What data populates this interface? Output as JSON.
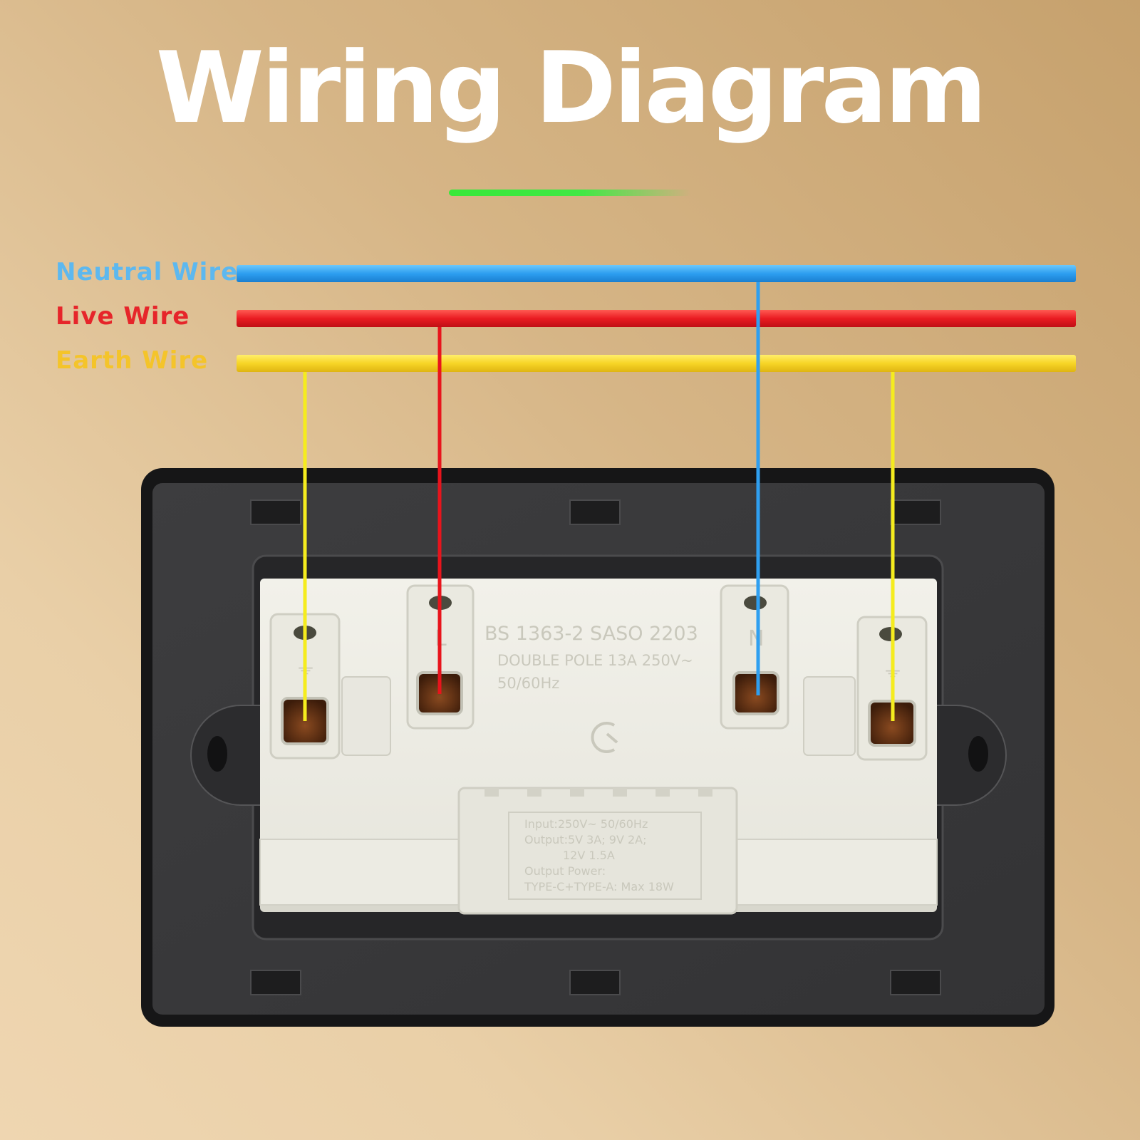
{
  "title": "Wiring Diagram",
  "legend": {
    "neutral": "Neutral Wire",
    "live": "Live Wire",
    "earth": "Earth Wire"
  },
  "colors": {
    "neutral": "#2f9ff0",
    "live": "#ec1c24",
    "earth": "#f7dc2a",
    "accent_line": "#3ee842"
  },
  "terminals": {
    "live_mark": "L",
    "neutral_mark": "N",
    "earth_mark": "⏚"
  },
  "socket_marking": {
    "line1": "BS 1363-2 SASO 2203",
    "line2": "DOUBLE POLE 13A 250V~",
    "line3": "50/60Hz"
  },
  "usb_module": {
    "line1": "Input:250V~ 50/60Hz",
    "line2": "Output:5V  3A; 9V  2A;",
    "line3": "12V  1.5A",
    "line4": "Output Power:",
    "line5": "TYPE-C+TYPE-A: Max 18W"
  }
}
